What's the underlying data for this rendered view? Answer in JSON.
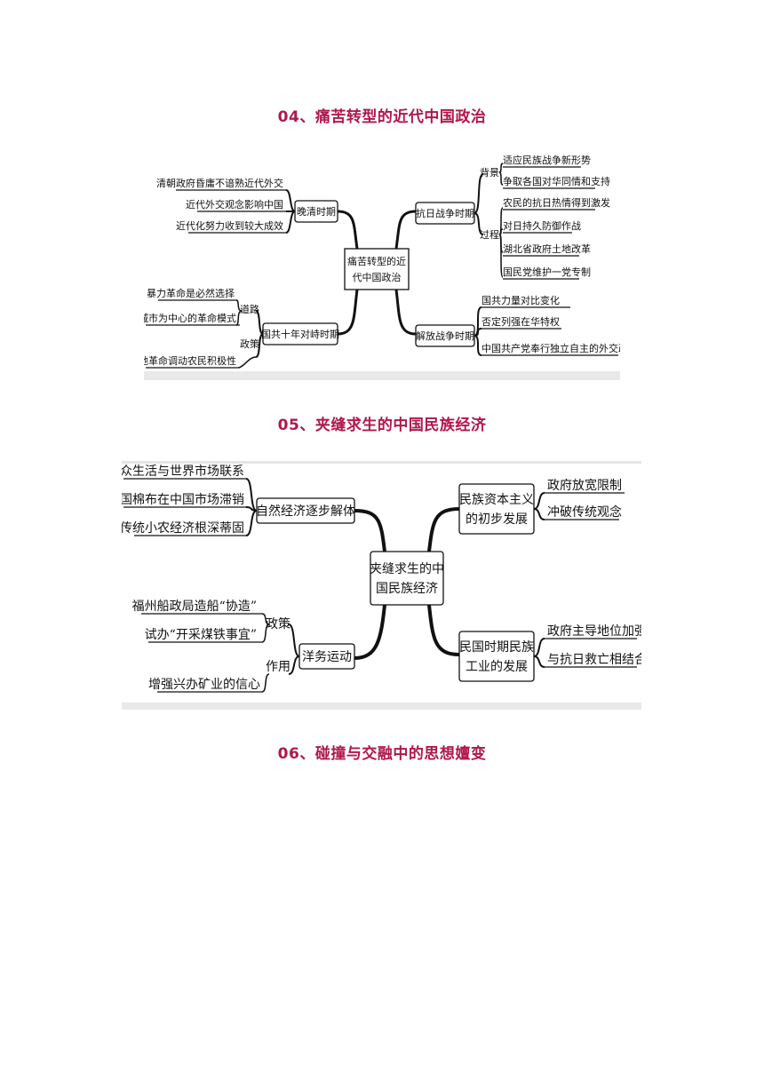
{
  "section04": {
    "title": "04、痛苦转型的近代中国政治",
    "center": [
      "痛苦转型的近",
      "代中国政治"
    ],
    "late_qing": {
      "label": "晚清时期",
      "items": [
        "清朝政府昏庸不谙熟近代外交",
        "近代外交观念影响中国",
        "近代化努力收到较大成效"
      ]
    },
    "decade": {
      "label": "国共十年对峙时期",
      "road_label": "道路",
      "policy_label": "政策",
      "items": [
        "暴力革命是必然选择",
        "以城市为中心的革命模式",
        "土地革命调动农民积极性"
      ]
    },
    "war": {
      "label": "抗日战争时期",
      "background_label": "背景",
      "process_label": "过程",
      "items": [
        "适应民族战争新形势",
        "争取各国对华同情和支持",
        "农民的抗日热情得到激发",
        "对日持久防御作战",
        "湖北省政府土地改革",
        "国民党维护一党专制"
      ]
    },
    "liberation": {
      "label": "解放战争时期",
      "items": [
        "国共力量对比变化",
        "否定列强在华特权",
        "中国共产党奉行独立自主的外交政策"
      ]
    }
  },
  "section05": {
    "title": "05、夹缝求生的中国民族经济",
    "center": [
      "夹缝求生的中",
      "国民族经济"
    ],
    "natural": {
      "label": "自然经济逐步解体",
      "items": [
        "民众生活与世界市场联系",
        "英国棉布在中国市场滞销",
        "传统小农经济根深蒂固"
      ]
    },
    "westernization": {
      "label": "洋务运动",
      "policy_label": "政策",
      "effect_label": "作用",
      "items": [
        "福州船政局造船“协造”",
        "试办“开采煤铁事宜”",
        "增强兴办矿业的信心"
      ]
    },
    "capitalism": {
      "label": [
        "民族资本主义",
        "的初步发展"
      ],
      "items": [
        "政府放宽限制",
        "冲破传统观念"
      ]
    },
    "republic": {
      "label": [
        "民国时期民族",
        "工业的发展"
      ],
      "items": [
        "政府主导地位加强",
        "与抗日救亡相结合"
      ]
    }
  },
  "section06": {
    "title": "06、碰撞与交融中的思想嬗变"
  }
}
